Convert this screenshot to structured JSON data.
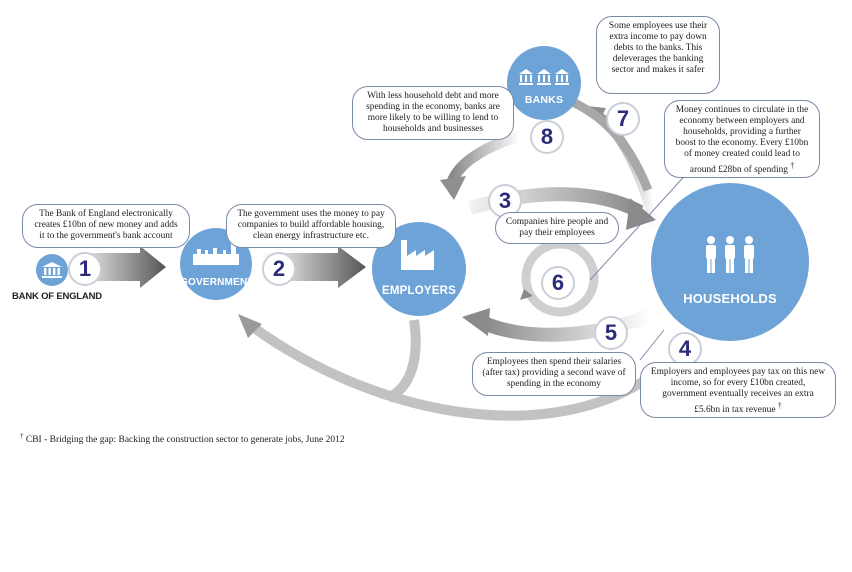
{
  "nodes": {
    "bank_of_england": "BANK OF ENGLAND",
    "government": "GOVERNMENT",
    "employers": "EMPLOYERS",
    "banks": "BANKS",
    "households": "HOUSEHOLDS"
  },
  "steps": [
    {
      "number": "1",
      "text": "The Bank of England electronically creates £10bn of new money and adds it to the government's bank account"
    },
    {
      "number": "2",
      "text": "The government uses the money to pay companies to build affordable housing, clean energy infrastructure etc."
    },
    {
      "number": "3",
      "text": "Companies hire people and pay their employees"
    },
    {
      "number": "4",
      "text": "Employers and employees pay tax on this new income, so for every £10bn created, government eventually receives an extra £5.6bn in tax revenue",
      "mark": "†"
    },
    {
      "number": "5",
      "text": "Employees then spend their salaries (after tax) providing a second wave of spending in the economy"
    },
    {
      "number": "6",
      "text": "Money continues to circulate in the economy between employers and households, providing a further boost to the economy. Every £10bn of money created could lead to around £28bn of spending",
      "mark": "†"
    },
    {
      "number": "7",
      "text": "Some employees use their extra income to pay down debts to the banks. This deleverages the banking sector and makes it safer"
    },
    {
      "number": "8",
      "text": "With less household debt and more spending in the economy, banks are more likely to be willing to lend to households and businesses"
    }
  ],
  "footnote": {
    "mark": "†",
    "text": "CBI - Bridging the gap: Backing the construction sector to generate jobs, June 2012"
  },
  "colors": {
    "node_fill": "#6ea3d8",
    "number_text": "#2c2b7a",
    "arrow_gray": "#9a9a9a"
  },
  "icons": [
    "bank-icon",
    "parliament-icon",
    "factory-icon",
    "banks-icon",
    "people-icon"
  ]
}
